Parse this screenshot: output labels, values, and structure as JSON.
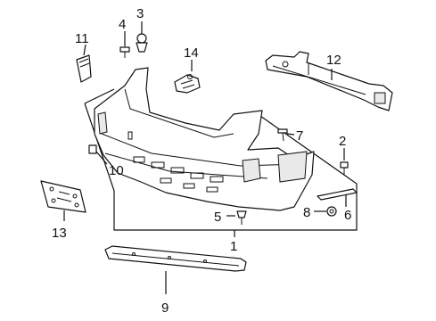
{
  "diagram": {
    "callouts": [
      "1",
      "2",
      "3",
      "4",
      "5",
      "6",
      "7",
      "8",
      "9",
      "10",
      "11",
      "12",
      "13",
      "14"
    ],
    "colors": {
      "ink": "#111111",
      "paper": "#ffffff",
      "shade": "#e9e9e9"
    }
  }
}
